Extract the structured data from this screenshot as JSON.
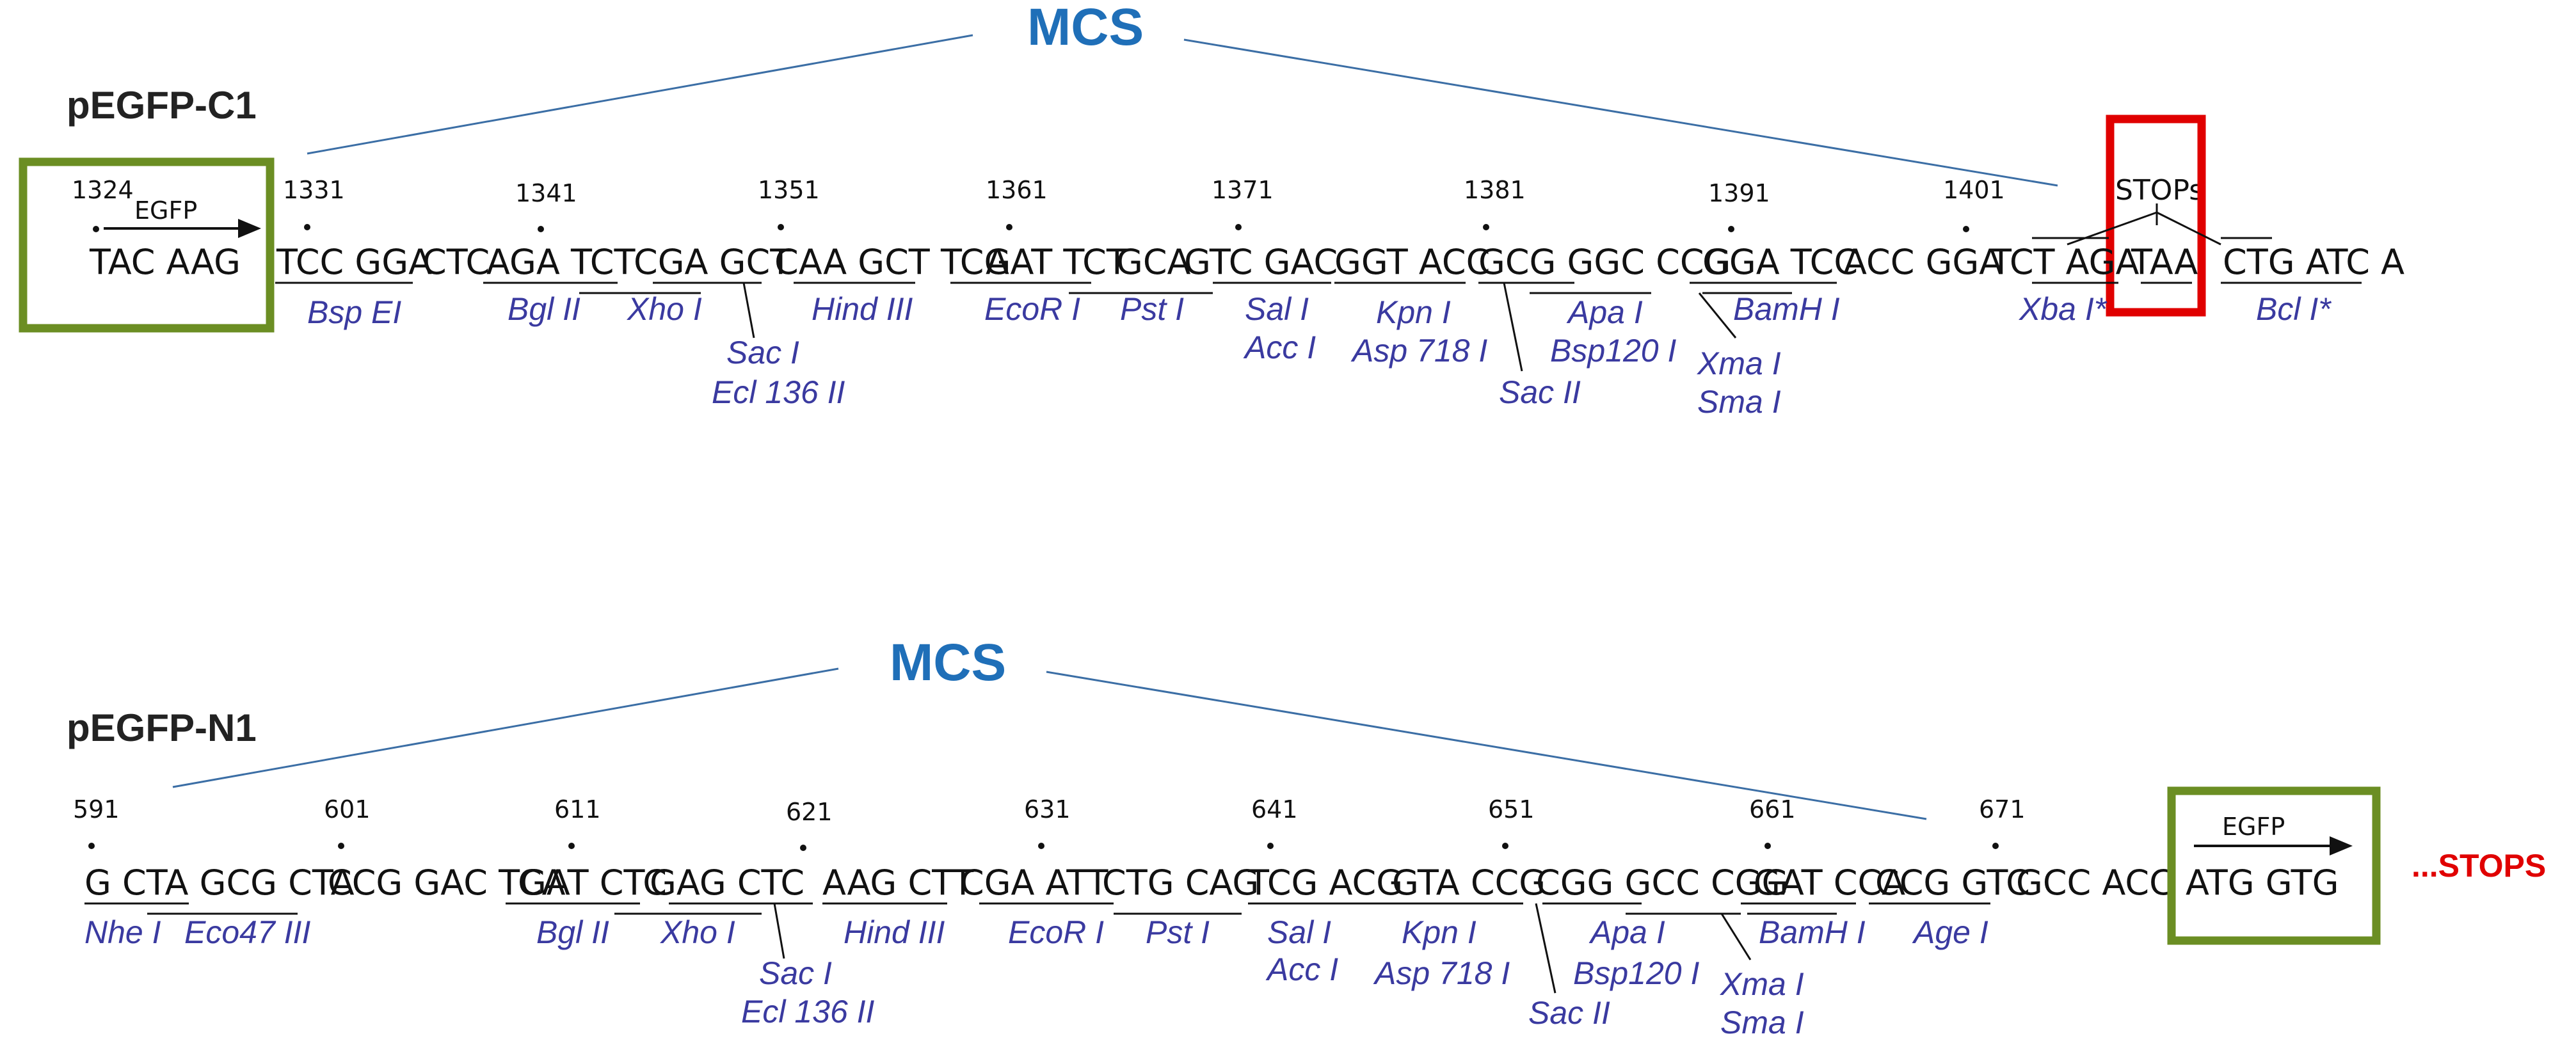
{
  "top": {
    "mcs_label": "MCS",
    "vector": "pEGFP-C1",
    "positions": [
      "1324",
      "1331",
      "1341",
      "1351",
      "1361",
      "1371",
      "1381",
      "1391",
      "1401"
    ],
    "egfp_label": "EGFP",
    "stops_label": "STOPs",
    "sequence": [
      "TAC AAG",
      "TCC GGA",
      "CTC",
      "AGA TCT",
      "CGA GCT",
      "CAA GCT TCG",
      "AAT TCT",
      "GCA",
      "GTC GAC",
      "GGT ACC",
      "GCG GGC CCG",
      "GGA TCC",
      "ACC GGA",
      "TCT AGA",
      "TAA",
      "CTG ATC A"
    ],
    "enzymes": [
      "Bsp EI",
      "Bgl II",
      "Xho I",
      "Sac I",
      "Ecl 136 II",
      "Hind III",
      "EcoR I",
      "Pst I",
      "Sal I",
      "Acc I",
      "Kpn I",
      "Asp 718 I",
      "Sac II",
      "Apa I",
      "Bsp120 I",
      "BamH I",
      "Xma I",
      "Sma I",
      "Xba I*",
      "Bcl I*"
    ]
  },
  "bottom": {
    "mcs_label": "MCS",
    "vector": "pEGFP-N1",
    "positions": [
      "591",
      "601",
      "611",
      "621",
      "631",
      "641",
      "651",
      "661",
      "671"
    ],
    "egfp_label": "EGFP",
    "sequence": [
      "G CTA GCG CTA",
      "CCG GAC TCA",
      "GAT CTC",
      "GAG CTC",
      "AAG CTT",
      "CGA ATT",
      "CTG CAG",
      "TCG ACG",
      "GTA CCG",
      "CGG GCC CGG",
      "GAT CCA",
      "CCG GTC",
      "GCC ACC",
      "ATG GTG"
    ],
    "enzymes": [
      "Nhe I",
      "Eco47 III",
      "Bgl II",
      "Xho I",
      "Sac I",
      "Ecl 136 II",
      "Hind III",
      "EcoR I",
      "Pst I",
      "Sal I",
      "Acc I",
      "Kpn I",
      "Asp 718 I",
      "Sac II",
      "Apa I",
      "Bsp120 I",
      "BamH I",
      "Xma I",
      "Sma I",
      "Age I"
    ],
    "trailing": "...STOPS"
  },
  "colors": {
    "mcs": "#1f6fb8",
    "enzyme": "#3a3aa0",
    "egfp_box": "#6b8e23",
    "stop_box": "#e00000",
    "stops_text": "#e00000"
  }
}
